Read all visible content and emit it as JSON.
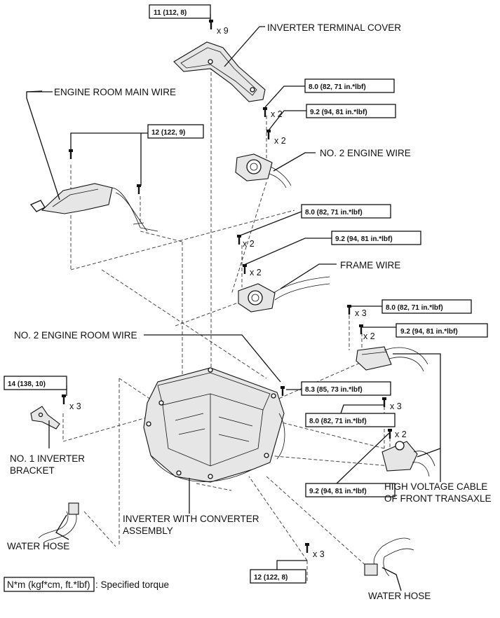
{
  "labels": {
    "inverter_terminal_cover": "INVERTER TERMINAL COVER",
    "engine_room_main_wire": "ENGINE ROOM MAIN WIRE",
    "no2_engine_wire": "NO. 2 ENGINE WIRE",
    "frame_wire": "FRAME WIRE",
    "no2_engine_room_wire": "NO. 2 ENGINE ROOM WIRE",
    "no1_inverter_bracket_line1": "NO. 1 INVERTER",
    "no1_inverter_bracket_line2": "BRACKET",
    "inverter_assembly_line1": "INVERTER WITH CONVERTER",
    "inverter_assembly_line2": "ASSEMBLY",
    "hv_cable_line1": "HIGH VOLTAGE CABLE",
    "hv_cable_line2": "OF FRONT TRANSAXLE",
    "water_hose_left": "WATER HOSE",
    "water_hose_right": "WATER HOSE"
  },
  "torques": {
    "cover": "11 (112, 8)",
    "main_wire": "12 (122, 9)",
    "eng2_a": "8.0 (82, 71 in.*lbf)",
    "eng2_b": "9.2 (94, 81 in.*lbf)",
    "frame_a": "8.0 (82, 71 in.*lbf)",
    "frame_b": "9.2 (94, 81 in.*lbf)",
    "hv_a": "8.0 (82, 71 in.*lbf)",
    "hv_b": "9.2 (94, 81 in.*lbf)",
    "room2": "8.3 (85, 73 in.*lbf)",
    "hv_c": "8.0 (82, 71 in.*lbf)",
    "hv_d": "9.2 (94, 81 in.*lbf)",
    "bracket": "14 (138, 10)",
    "bottom": "12 (122, 8)"
  },
  "quantities": {
    "cover": "x 9",
    "eng2_a": "x 2",
    "eng2_b": "x 2",
    "frame_a": "x 2",
    "frame_b": "x 2",
    "hv_a": "x 3",
    "hv_b": "x 2",
    "hv_c": "x 3",
    "hv_d": "x 2",
    "bracket": "x 3",
    "bottom": "x 3"
  },
  "legend": {
    "unit": "N*m (kgf*cm, ft.*lbf)",
    "text": ": Specified torque"
  }
}
